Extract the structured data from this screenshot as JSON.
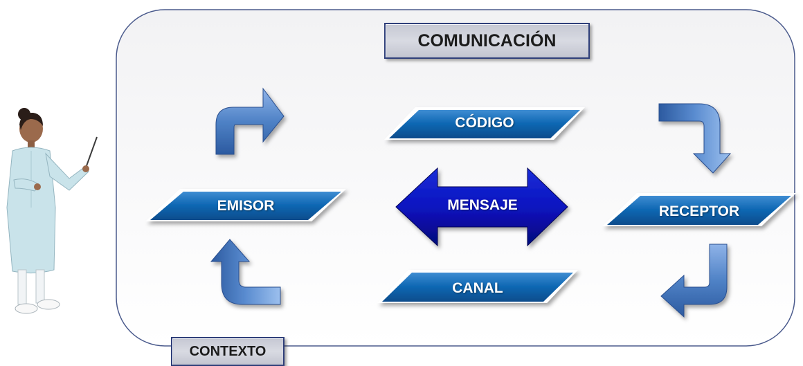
{
  "diagram": {
    "title": "COMUNICACIÓN",
    "nodes": {
      "codigo": "CÓDIGO",
      "emisor": "EMISOR",
      "mensaje": "MENSAJE",
      "receptor": "RECEPTOR",
      "canal": "CANAL"
    },
    "context": "CONTEXTO"
  },
  "colors": {
    "panel_border": "#4a5a8c",
    "parallelogram": "#0d5aa3",
    "mensaje_arrow": "#0a14b8",
    "curved_arrows": "#4f82c6",
    "label_box": "#c6c8d3"
  },
  "illustration": "teacher-with-pointer"
}
